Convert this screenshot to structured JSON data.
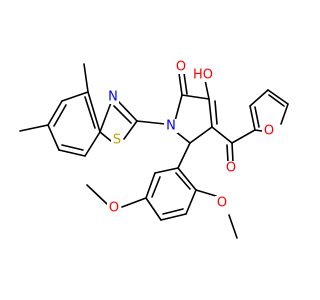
{
  "colors": {
    "background": "#ffffff",
    "bond": "#000000",
    "O": "#ff0000",
    "N": "#0000ff",
    "S": "#c8a000"
  },
  "atoms": {
    "o_methoxy_upper": "O",
    "o_methoxy_lower": "O",
    "o_furan": "O",
    "o_ketone": "O",
    "o_lactam": "O",
    "oh_hydroxyl": "HO",
    "n_pyrrolone": "N",
    "n_thiazole": "N",
    "s_thiazole": "S"
  }
}
